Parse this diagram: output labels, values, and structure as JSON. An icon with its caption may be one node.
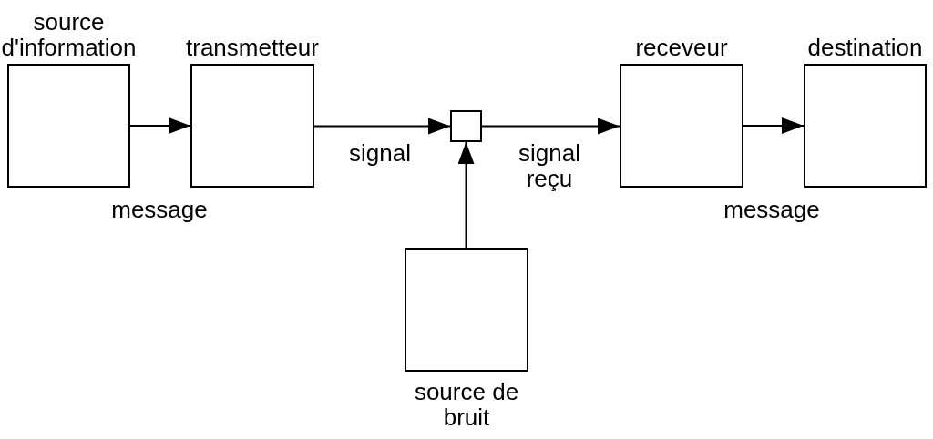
{
  "diagram": {
    "nodes": [
      {
        "text": [
          "source d'information"
        ]
      },
      {
        "text": [
          "transmetteur"
        ]
      },
      {
        "text": [],
        "shape": "box"
      },
      {
        "text": [
          "receveur"
        ]
      },
      {
        "text": [
          "destination"
        ]
      },
      {
        "text": [
          "source de bruit"
        ]
      }
    ],
    "edges": [
      {
        "from": 0,
        "to": 1,
        "arrow": "to",
        "label": "message"
      },
      {
        "from": 1,
        "to": 2,
        "arrow": "to",
        "label": "signal"
      },
      {
        "from": 2,
        "to": 3,
        "arrow": "to",
        "label": "signal reçu"
      },
      {
        "from": 3,
        "to": 4,
        "arrow": "to",
        "label": "message"
      },
      {
        "from": 5,
        "to": 2,
        "arrow": "to"
      }
    ]
  }
}
